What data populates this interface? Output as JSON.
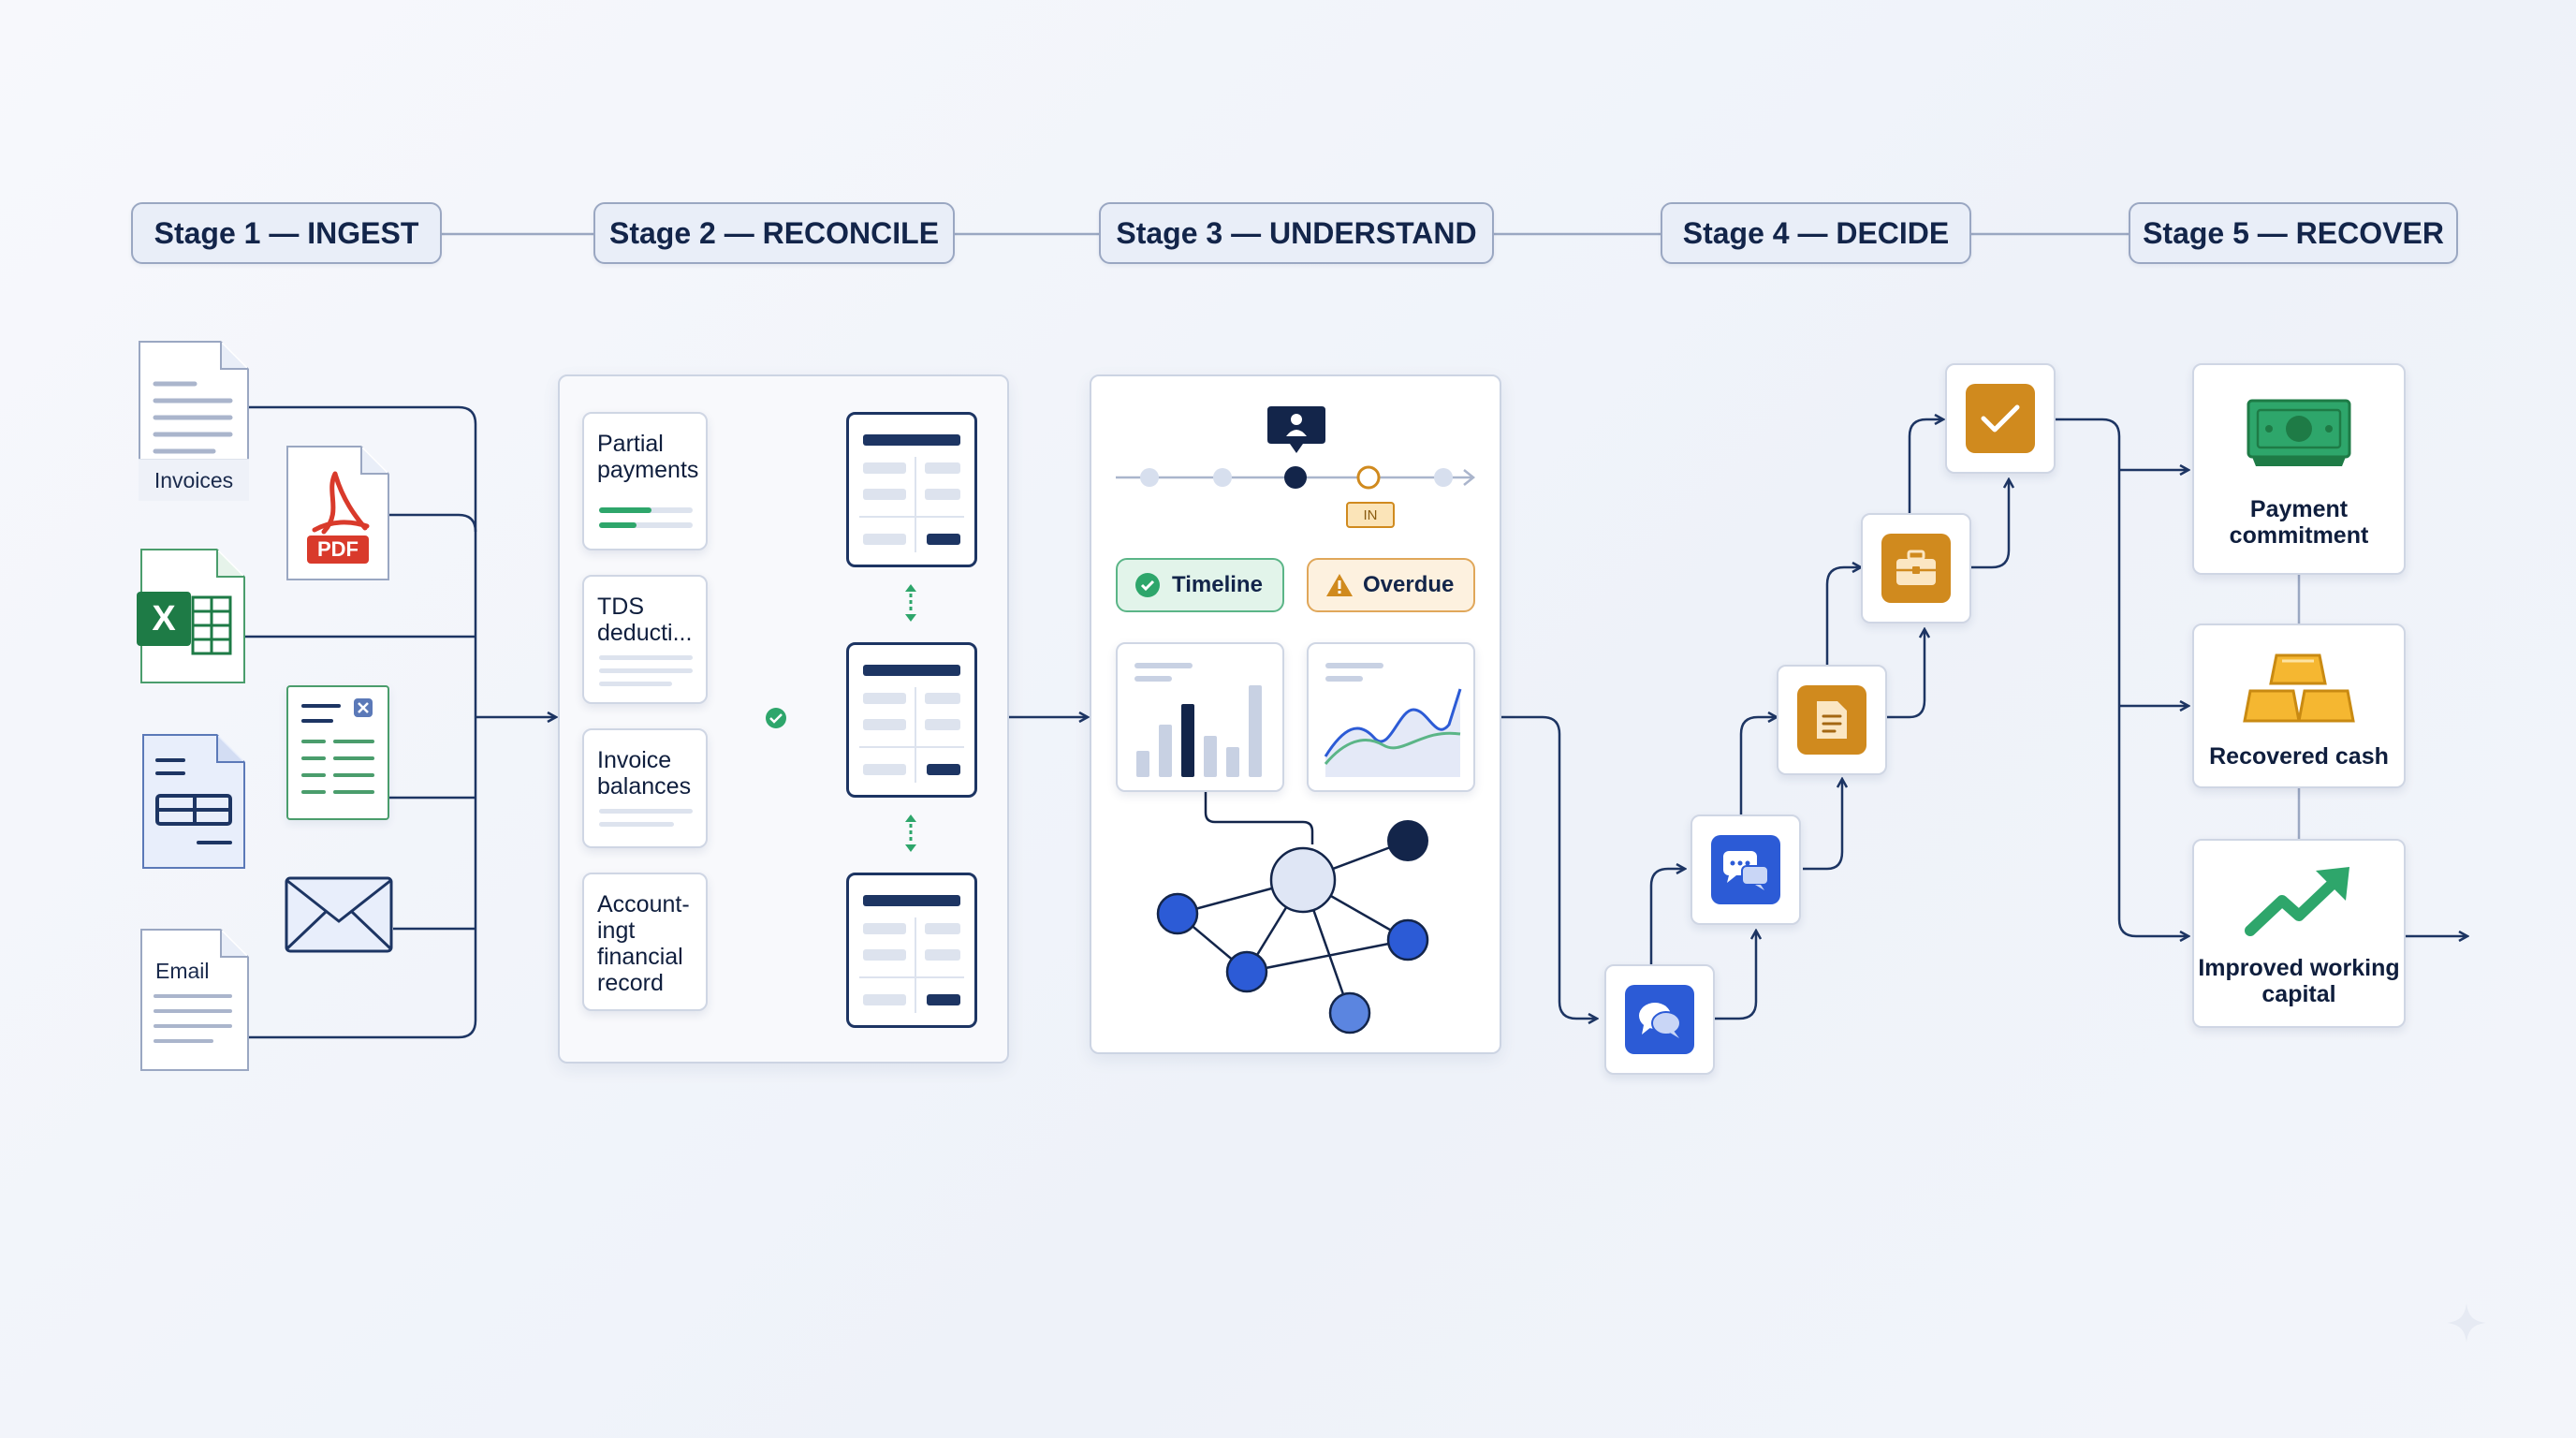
{
  "stages": [
    {
      "label": "Stage 1 — INGEST"
    },
    {
      "label": "Stage 2 — RECONCILE"
    },
    {
      "label": "Stage 3 — UNDERSTAND"
    },
    {
      "label": "Stage 4 — DECIDE"
    },
    {
      "label": "Stage 5 — RECOVER"
    }
  ],
  "ingest": {
    "invoices_label": "Invoices",
    "pdf_label": "PDF",
    "excel_letter": "X",
    "email_label": "Email"
  },
  "reconcile": {
    "items": [
      {
        "label": "Partial payments"
      },
      {
        "label": "TDS deducti..."
      },
      {
        "label": "Invoice balances"
      },
      {
        "label": "Account- ingt financial record"
      }
    ]
  },
  "understand": {
    "timeline_marker": "IN",
    "timeline_tag": "Timeline",
    "overdue_tag": "Overdue"
  },
  "decide": {
    "steps": [
      {
        "icon": "chat-icon"
      },
      {
        "icon": "message-icon"
      },
      {
        "icon": "document-icon"
      },
      {
        "icon": "briefcase-icon"
      },
      {
        "icon": "checkmark-icon"
      }
    ]
  },
  "recover": {
    "outcomes": [
      {
        "label": "Payment commitment",
        "icon": "money-icon"
      },
      {
        "label": "Recovered cash",
        "icon": "gold-bars-icon"
      },
      {
        "label": "Improved working capital",
        "icon": "growth-arrow-icon"
      }
    ]
  },
  "colors": {
    "navy": "#13254a",
    "blue": "#2c5bd6",
    "green": "#2ea66b",
    "amber": "#d08a1e",
    "pdf_red": "#d93a2b",
    "excel_green": "#1e7b46"
  }
}
